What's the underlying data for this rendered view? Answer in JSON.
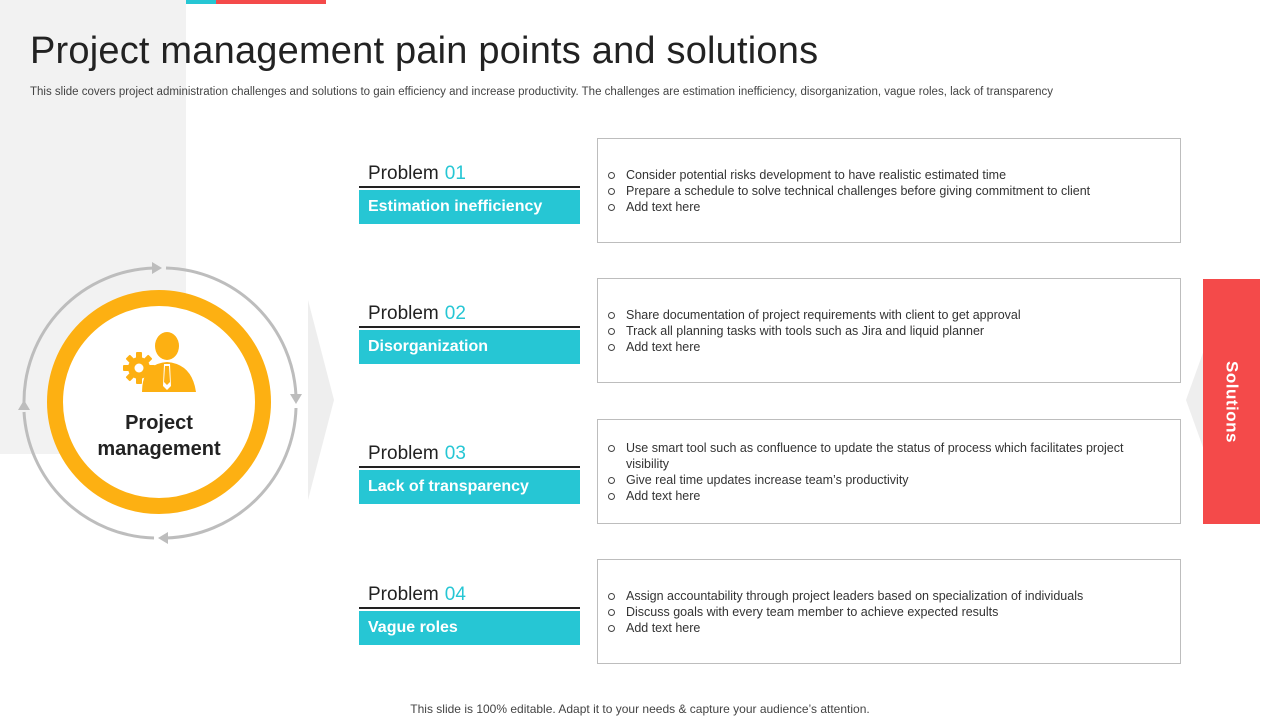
{
  "slide": {
    "title": "Project management pain points and solutions",
    "subtitle": "This slide covers project administration challenges and solutions to gain efficiency and increase productivity. The challenges are estimation inefficiency, disorganization, vague roles, lack of transparency",
    "footer": "This slide is 100% editable. Adapt it to your needs & capture your audience’s attention."
  },
  "hub": {
    "line1": "Project",
    "line2": "management",
    "icon": "manager-gear-icon"
  },
  "problems": [
    {
      "prefix": "Problem",
      "number": "01",
      "name": "Estimation inefficiency",
      "solutions": [
        "Consider potential risks development to have realistic estimated time",
        "Prepare a schedule to solve technical challenges before giving commitment to client",
        "Add text here"
      ]
    },
    {
      "prefix": "Problem",
      "number": "02",
      "name": "Disorganization",
      "solutions": [
        "Share documentation of project requirements with client to get approval",
        "Track all planning tasks with tools such as Jira and liquid planner",
        "Add text here"
      ]
    },
    {
      "prefix": "Problem",
      "number": "03",
      "name": "Lack of transparency",
      "solutions": [
        "Use smart tool such as confluence to update the status of process which facilitates project visibility",
        "Give real time updates increase team’s productivity",
        "Add text here"
      ]
    },
    {
      "prefix": "Problem",
      "number": "04",
      "name": "Vague roles",
      "solutions": [
        "Assign accountability through project leaders based on specialization of individuals",
        "Discuss goals with every team member to achieve expected results",
        "Add text here"
      ]
    }
  ],
  "solutions_label": "Solutions",
  "colors": {
    "teal": "#26c6d4",
    "red": "#f44a4a",
    "orange": "#fdb012",
    "ring_gray": "#bdbdbd"
  }
}
